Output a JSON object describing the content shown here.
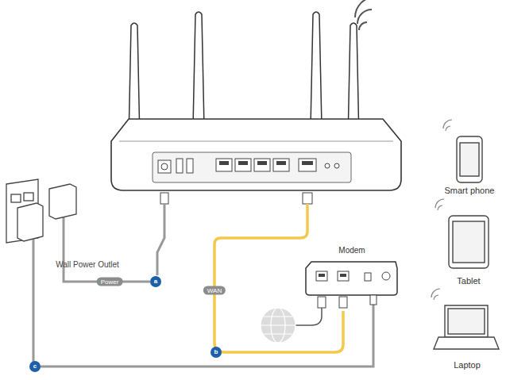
{
  "diagram": {
    "nodes": [
      {
        "text": [
          "Modem"
        ]
      },
      {
        "text": [
          "Smart phone"
        ]
      },
      {
        "text": [
          "Tablet"
        ]
      },
      {
        "text": [
          "Laptop"
        ]
      }
    ],
    "labels": [
      "Wall Power Outlet",
      "Power",
      "a",
      "WAN",
      "b",
      "c"
    ]
  }
}
